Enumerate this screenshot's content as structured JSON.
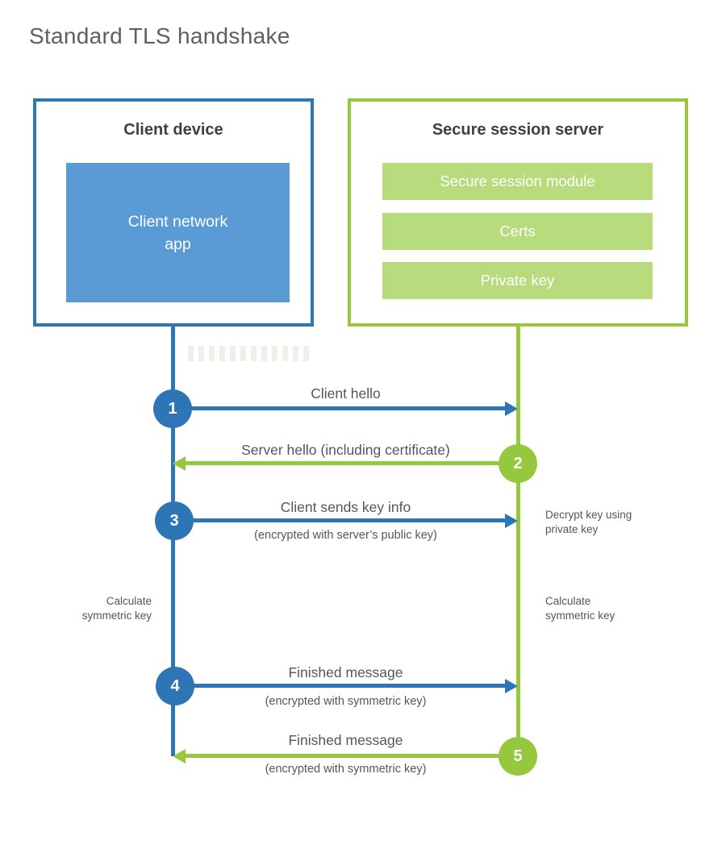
{
  "title": "Standard TLS handshake",
  "palette": {
    "blue": "#2e75b5",
    "light_blue": "#5b9bd5",
    "green": "#96c83e",
    "light_green": "#b8db7e",
    "heading_text": "#3e4043",
    "label_text": "#54565a",
    "title_text": "#5d5f61"
  },
  "client": {
    "title": "Client device",
    "app_box_label": "Client network\napp"
  },
  "server": {
    "title": "Secure session server",
    "modules": [
      "Secure session module",
      "Certs",
      "Private key"
    ]
  },
  "steps": [
    {
      "number": "1",
      "label": "Client hello",
      "sublabel": "",
      "from": "client",
      "to": "server",
      "color": "blue"
    },
    {
      "number": "2",
      "label": "Server hello (including certificate)",
      "sublabel": "",
      "from": "server",
      "to": "client",
      "color": "green"
    },
    {
      "number": "3",
      "label": "Client sends key info",
      "sublabel": "(encrypted with server’s public key)",
      "from": "client",
      "to": "server",
      "color": "blue"
    },
    {
      "number": "4",
      "label": "Finished message",
      "sublabel": "(encrypted with symmetric key)",
      "from": "client",
      "to": "server",
      "color": "blue"
    },
    {
      "number": "5",
      "label": "Finished message",
      "sublabel": "(encrypted with symmetric key)",
      "from": "server",
      "to": "client",
      "color": "green"
    }
  ],
  "annotations": {
    "decrypt": "Decrypt key using\nprivate key",
    "calculate_left": "Calculate\nsymmetric key",
    "calculate_right": "Calculate\nsymmetric key"
  }
}
